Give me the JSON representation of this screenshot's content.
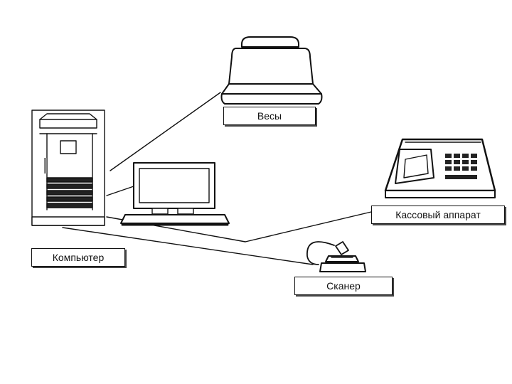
{
  "labels": {
    "scales": "Весы",
    "computer": "Компьютер",
    "cash_register": "Кассовый аппарат",
    "scanner": "Сканер"
  },
  "colors": {
    "ink": "#111111",
    "background": "#ffffff"
  }
}
